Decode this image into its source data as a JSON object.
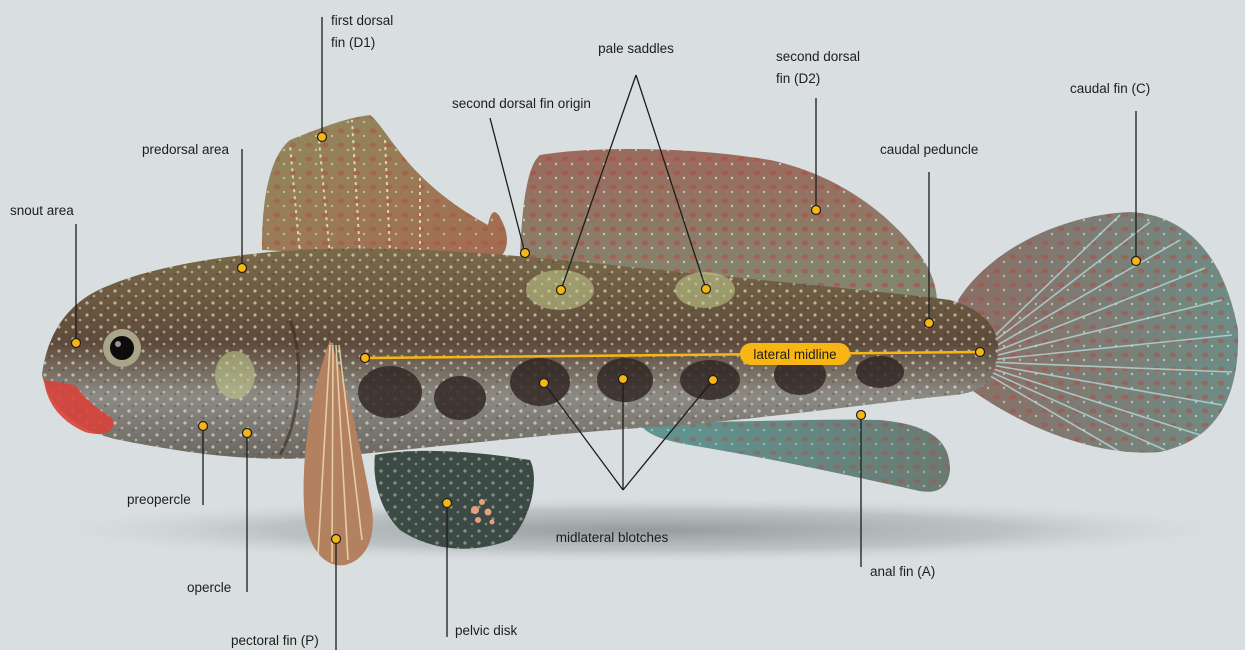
{
  "colors": {
    "background": "#d9dfe0",
    "marker": "#f7b614",
    "leader_line": "#1d1d1b"
  },
  "labels": {
    "first_dorsal_line1": "first dorsal",
    "first_dorsal_line2": "fin (D1)",
    "pale_saddles": "pale saddles",
    "second_dorsal_line1": "second dorsal",
    "second_dorsal_line2": "fin (D2)",
    "caudal_fin": "caudal fin (C)",
    "second_dorsal_origin": "second dorsal fin origin",
    "predorsal_area": "predorsal area",
    "caudal_peduncle": "caudal peduncle",
    "snout_area": "snout area",
    "lateral_midline": "lateral midline",
    "preopercle": "preopercle",
    "midlateral_blotches": "midlateral blotches",
    "opercle": "opercle",
    "anal_fin": "anal fin (A)",
    "pelvic_disk": "pelvic disk",
    "pectoral_fin": "pectoral fin (P)"
  }
}
